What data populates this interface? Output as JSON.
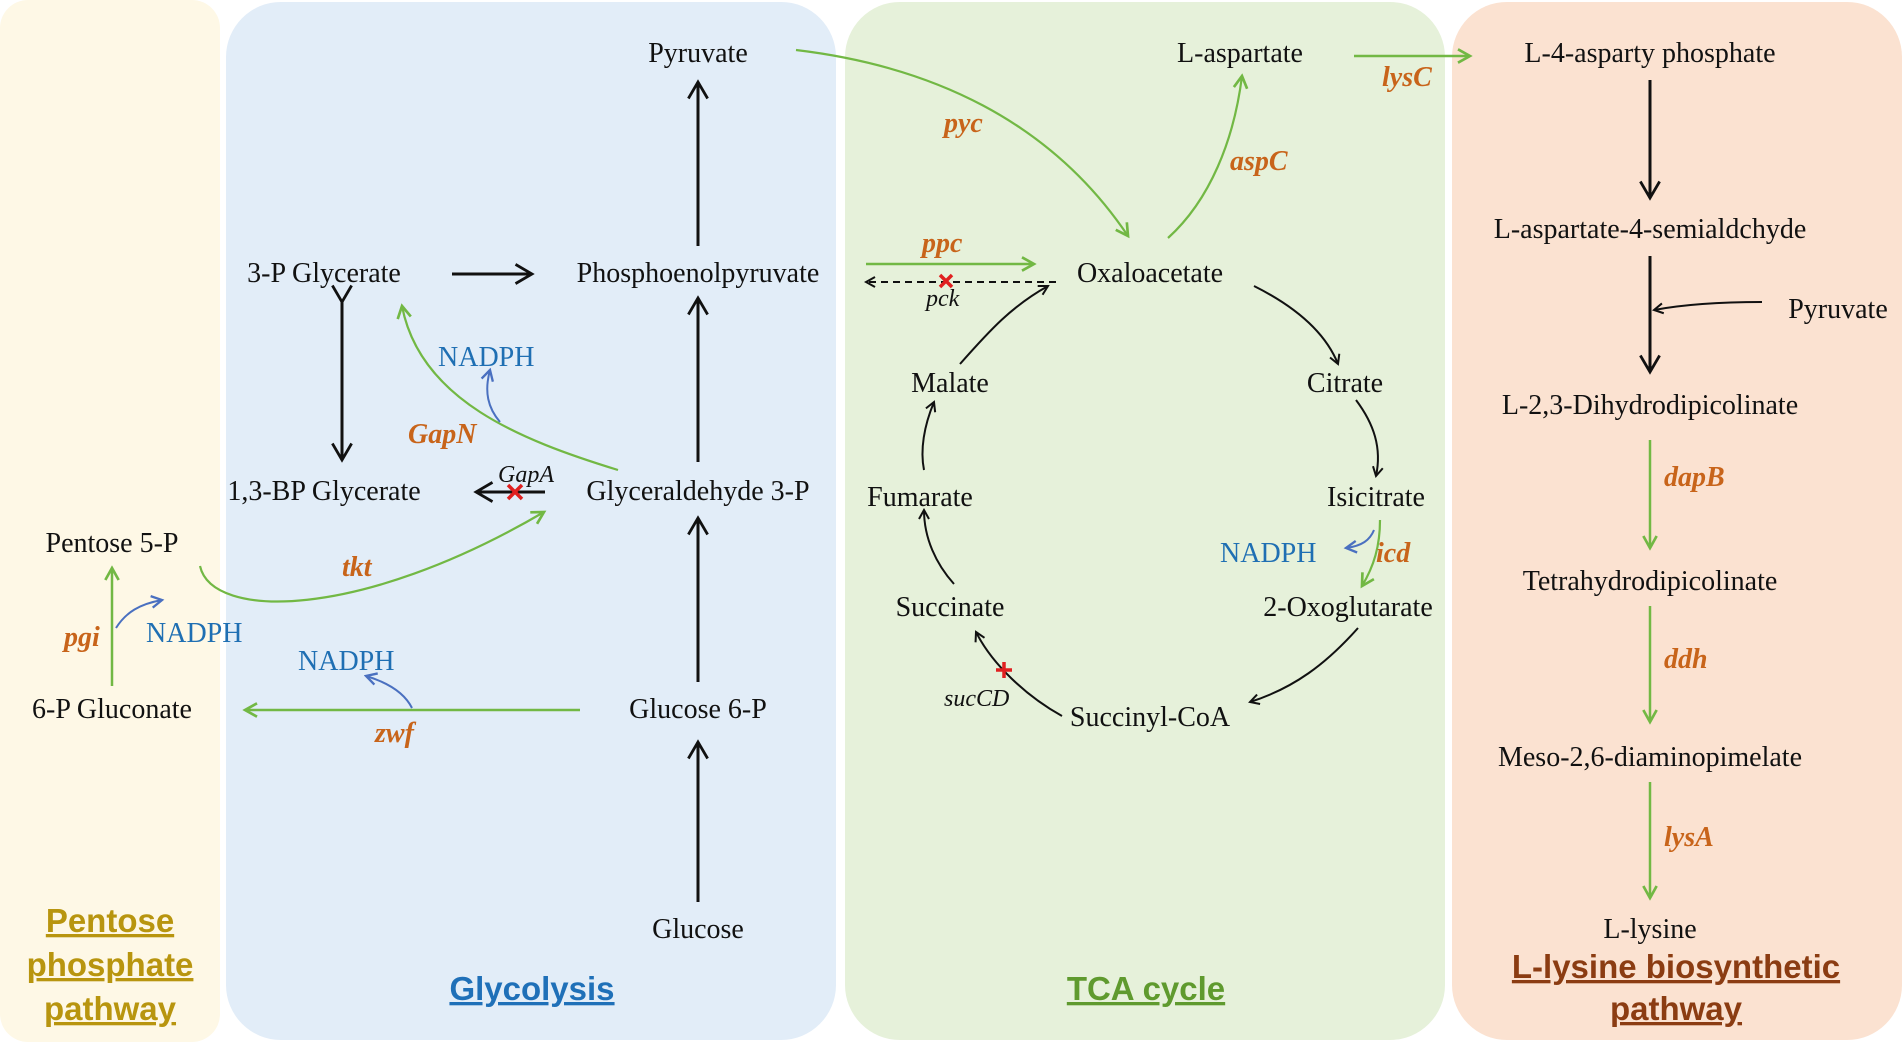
{
  "colors": {
    "pentose_bg": "#fef8e6",
    "glycolysis_bg": "#e2edf8",
    "tca_bg": "#e6f1da",
    "lysine_bg": "#fbe2d1",
    "green_arrow": "#72b844",
    "blue_arrow": "#4a70c0",
    "enzyme": "#c8641a",
    "nadph": "#1f6fb3",
    "block_mark": "#e02020"
  },
  "regions": {
    "pentose": {
      "label_lines": [
        "Pentose",
        "phosphate",
        "pathway"
      ],
      "label_color": "#b8950f"
    },
    "glycolysis": {
      "label": "Glycolysis",
      "label_color": "#1f70b8"
    },
    "tca": {
      "label": "TCA cycle",
      "label_color": "#5f9a2e"
    },
    "lysine": {
      "label_lines": [
        "L-lysine biosynthetic",
        "pathway"
      ],
      "label_color": "#8b3c12"
    }
  },
  "metabolites": {
    "pyruvate": "Pyruvate",
    "pep": "Phosphoenolpyruvate",
    "glycerate3p": "3-P Glycerate",
    "bpglycerate": "1,3-BP Glycerate",
    "gap": "Glyceraldehyde 3-P",
    "g6p": "Glucose 6-P",
    "glucose": "Glucose",
    "pentose5p": "Pentose 5-P",
    "gluconate6p": "6-P Gluconate",
    "laspartate": "L-aspartate",
    "oaa": "Oxaloacetate",
    "citrate": "Citrate",
    "isocitrate": "Isicitrate",
    "oxoglutarate": "2-Oxoglutarate",
    "succoa": "Succinyl-CoA",
    "succinate": "Succinate",
    "fumarate": "Fumarate",
    "malate": "Malate",
    "asp4p": "L-4-asparty phosphate",
    "asa": "L-aspartate-4-semialdchyde",
    "pyruvate2": "Pyruvate",
    "dhdp": "L-2,3-Dihydrodipicolinate",
    "thdp": "Tetrahydrodipicolinate",
    "dap": "Meso-2,6-diaminopimelate",
    "lysine": "L-lysine"
  },
  "cofactors": {
    "nadph_gapn": "NADPH",
    "nadph_pgi": "NADPH",
    "nadph_zwf": "NADPH",
    "nadph_icd": "NADPH"
  },
  "enzymes": {
    "pyc": "pyc",
    "ppc": "ppc",
    "pck": "pck",
    "aspC": "aspC",
    "lysC": "lysC",
    "GapN": "GapN",
    "GapA": "GapA",
    "tkt": "tkt",
    "pgi": "pgi",
    "zwf": "zwf",
    "icd": "icd",
    "sucCD": "sucCD",
    "dapB": "dapB",
    "ddh": "ddh",
    "lysA": "lysA"
  }
}
